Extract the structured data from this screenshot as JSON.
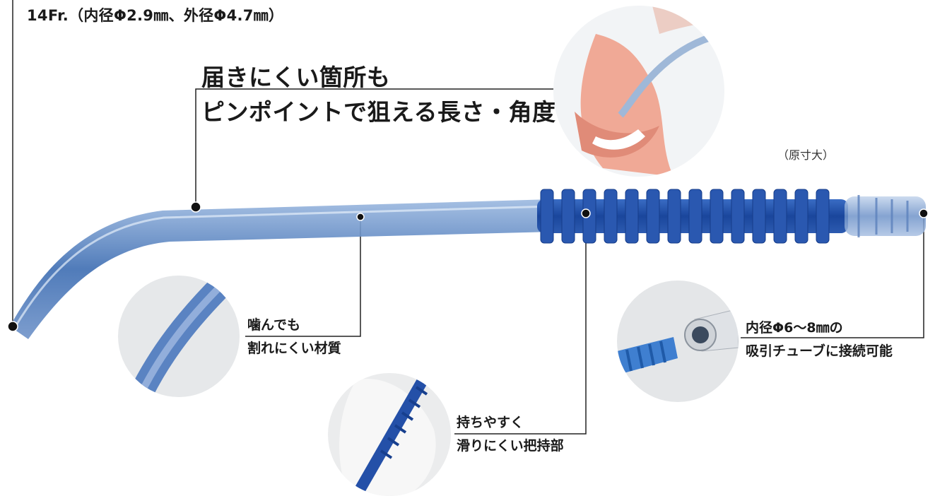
{
  "spec": "14Fr.（内径Φ2.9㎜、外径Φ4.7㎜）",
  "headline": {
    "line1": "届きにくい箇所も",
    "line2": "ピンポイントで狙える長さ・角度"
  },
  "scale_note": "（原寸大）",
  "features": {
    "material": {
      "line1": "噛んでも",
      "line2": "割れにくい材質"
    },
    "grip": {
      "line1": "持ちやすく",
      "line2": "滑りにくい把持部"
    },
    "connector": {
      "line1": "内径Φ6〜8㎜の",
      "line2": "吸引チューブに接続可能"
    }
  },
  "colors": {
    "tube": "#3d6db2",
    "grip": "#1e4fa8",
    "callout": "#222222",
    "circle_bg": "#e9ebee"
  },
  "icons": [
    "mouth-illustration",
    "bite-closeup",
    "hand-grip-photo",
    "tube-connector-photo"
  ]
}
